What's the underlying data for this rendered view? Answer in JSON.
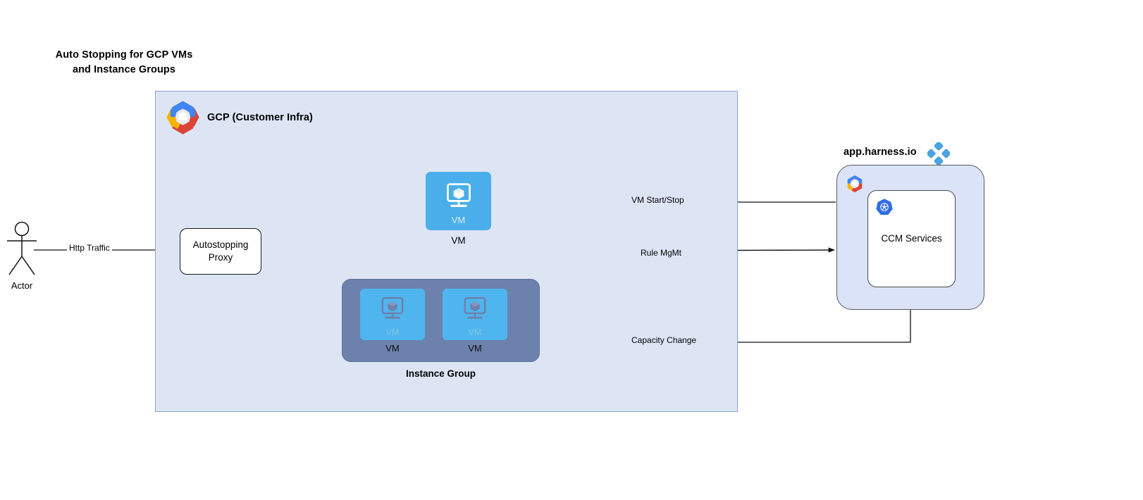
{
  "title": {
    "line1": "Auto Stopping for GCP VMs",
    "line2": "and Instance Groups"
  },
  "gcp_zone": {
    "label": "GCP (Customer Infra)",
    "logo_icon": "gcp-logo-icon",
    "fill_color": "#dde5f5",
    "border_color": "#8ea2cc"
  },
  "actor": {
    "label": "Actor",
    "icon": "actor-stick-figure-icon"
  },
  "autostopping_proxy": {
    "line1": "Autostopping",
    "line2": "Proxy",
    "fill_color": "#ffffff",
    "border_color": "#1a1a1a"
  },
  "vm_standalone": {
    "inner_label": "VM",
    "outer_label": "VM",
    "icon": "vm-monitor-cube-icon",
    "fill_color": "#4aaeea"
  },
  "instance_group": {
    "label": "Instance Group",
    "fill_color": "#6d81ad",
    "vms": [
      {
        "inner_label": "VM",
        "caption": "VM",
        "icon": "vm-monitor-cube-icon"
      },
      {
        "inner_label": "VM",
        "caption": "VM",
        "icon": "vm-monitor-cube-icon"
      }
    ]
  },
  "harness": {
    "label": "app.harness.io",
    "logo_icon": "harness-diamond-logo-icon",
    "gcp_logo_icon": "gcp-logo-icon",
    "fill_color": "#dae3f7",
    "accent_color": "#4aa3df",
    "ccm": {
      "label": "CCM Services",
      "k8s_icon": "kubernetes-logo-icon",
      "fill_color": "#ffffff"
    }
  },
  "connections": [
    {
      "name": "http-traffic",
      "label": "Http Traffic",
      "from": "actor",
      "to": "autostopping-proxy"
    },
    {
      "name": "vm-start-stop",
      "label": "VM Start/Stop",
      "from": "ccm-services",
      "to": "vm-standalone"
    },
    {
      "name": "rule-mgmt",
      "label": "Rule MgMt",
      "from": "autostopping-proxy",
      "to": "ccm-services"
    },
    {
      "name": "capacity-change",
      "label": "Capacity Change",
      "from": "ccm-services",
      "to": "instance-group"
    },
    {
      "name": "proxy-to-vm",
      "label": "",
      "from": "autostopping-proxy",
      "to": "vm-standalone"
    },
    {
      "name": "proxy-to-group",
      "label": "",
      "from": "autostopping-proxy",
      "to": "instance-group"
    }
  ]
}
